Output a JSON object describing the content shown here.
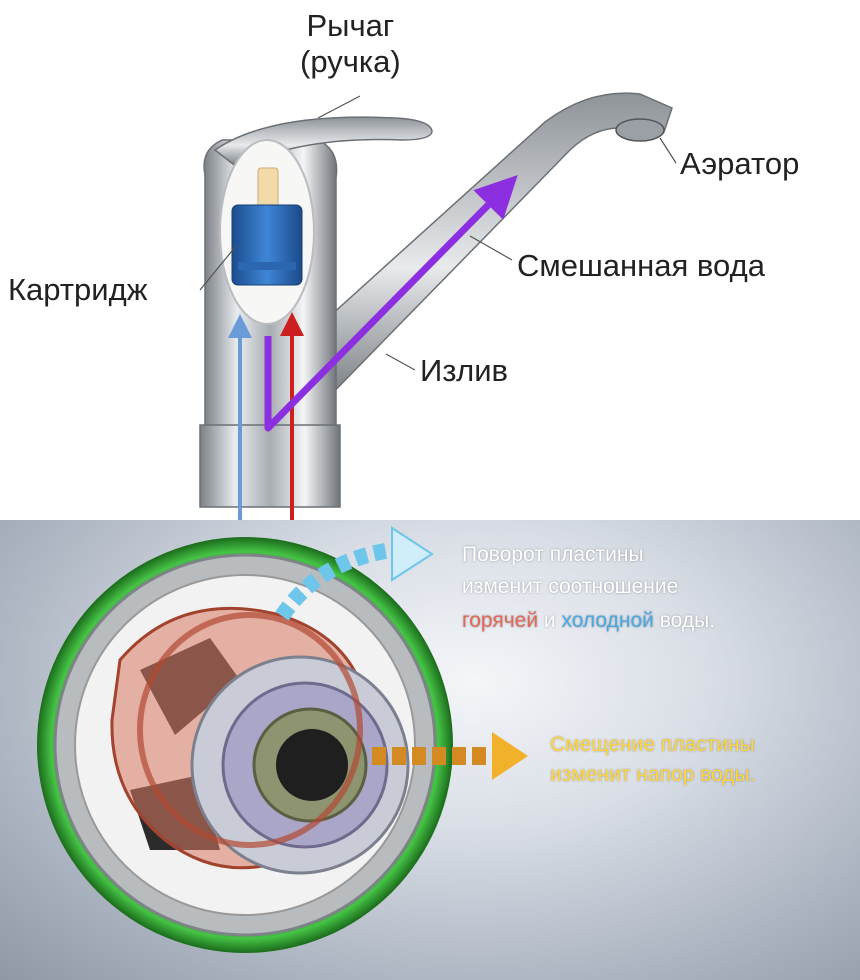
{
  "faucet_labels": {
    "lever": "Рычаг\n(ручка)",
    "aerator": "Аэратор",
    "cartridge": "Картридж",
    "mixed_water": "Смешанная вода",
    "spout": "Излив"
  },
  "cartridge_notes": {
    "rotation_line1": "Поворот пластины",
    "rotation_line2": "изменит соотношение",
    "hot_word": "горячей",
    "and_word": " и ",
    "cold_word": "холодной",
    "water_word": " воды.",
    "shift_line1": "Смещение пластины",
    "shift_line2": "изменит напор воды."
  },
  "colors": {
    "cold_flow": "#6a9ad8",
    "hot_flow": "#cc1f1f",
    "mixed_flow": "#8c2fe0",
    "ring": "#2fae2f",
    "plate": "#d97a63",
    "rotation_arrow": "#6ec6ea",
    "shift_arrow": "#f2b12a"
  }
}
